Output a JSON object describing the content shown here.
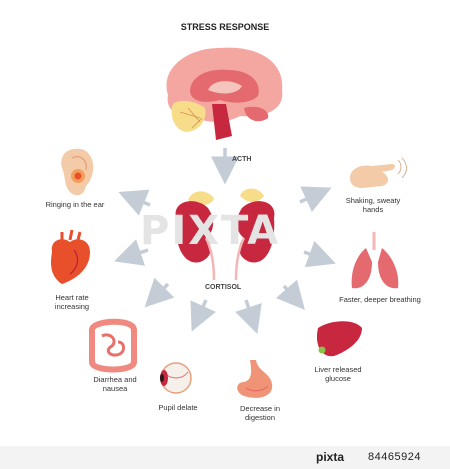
{
  "title": "STRESS RESPONSE",
  "hormones": {
    "acth": "ACTH",
    "cortisol": "CORTISOL"
  },
  "effects": {
    "ear": "Ringing in the ear",
    "heart": "Heart rate increasing",
    "intestine": "Diarrhea and nausea",
    "eye": "Pupil delate",
    "stomach": "Decrease in digestion",
    "liver": "Liver released glucose",
    "lungs": "Faster, deeper breathing",
    "hand": "Shaking, sweaty hands"
  },
  "watermark": "PIXTA",
  "footer": {
    "brand": "pixta",
    "id": "84465924"
  },
  "colors": {
    "brain": "#f4a7a0",
    "brain_inner": "#e46a70",
    "organ_red": "#c8283f",
    "organ_orange": "#e8502c",
    "adrenal": "#f7dc8a",
    "skin": "#f3cba8",
    "arrow": "#c4ccd6"
  }
}
